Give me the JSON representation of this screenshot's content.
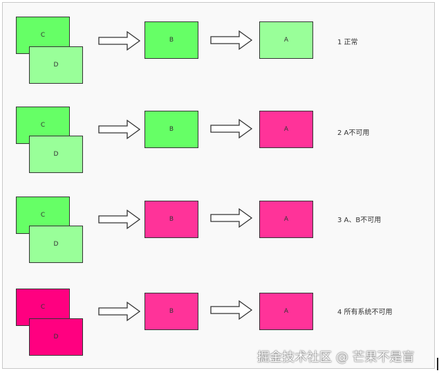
{
  "colors": {
    "green": "#66ff66",
    "light_green": "#99ff99",
    "pink": "#ff3399",
    "magenta": "#ff0080"
  },
  "rows": [
    {
      "c": "C",
      "d": "D",
      "b": "B",
      "a": "A",
      "label": "1 正常"
    },
    {
      "c": "C",
      "d": "D",
      "b": "B",
      "a": "A",
      "label": "2 A不可用"
    },
    {
      "c": "C",
      "d": "D",
      "b": "B",
      "a": "A",
      "label": "3 A、B不可用"
    },
    {
      "c": "C",
      "d": "D",
      "b": "B",
      "a": "A",
      "label": "4 所有系统不可用"
    }
  ],
  "watermark": "掘金技术社区 @ 芒果不是盲"
}
